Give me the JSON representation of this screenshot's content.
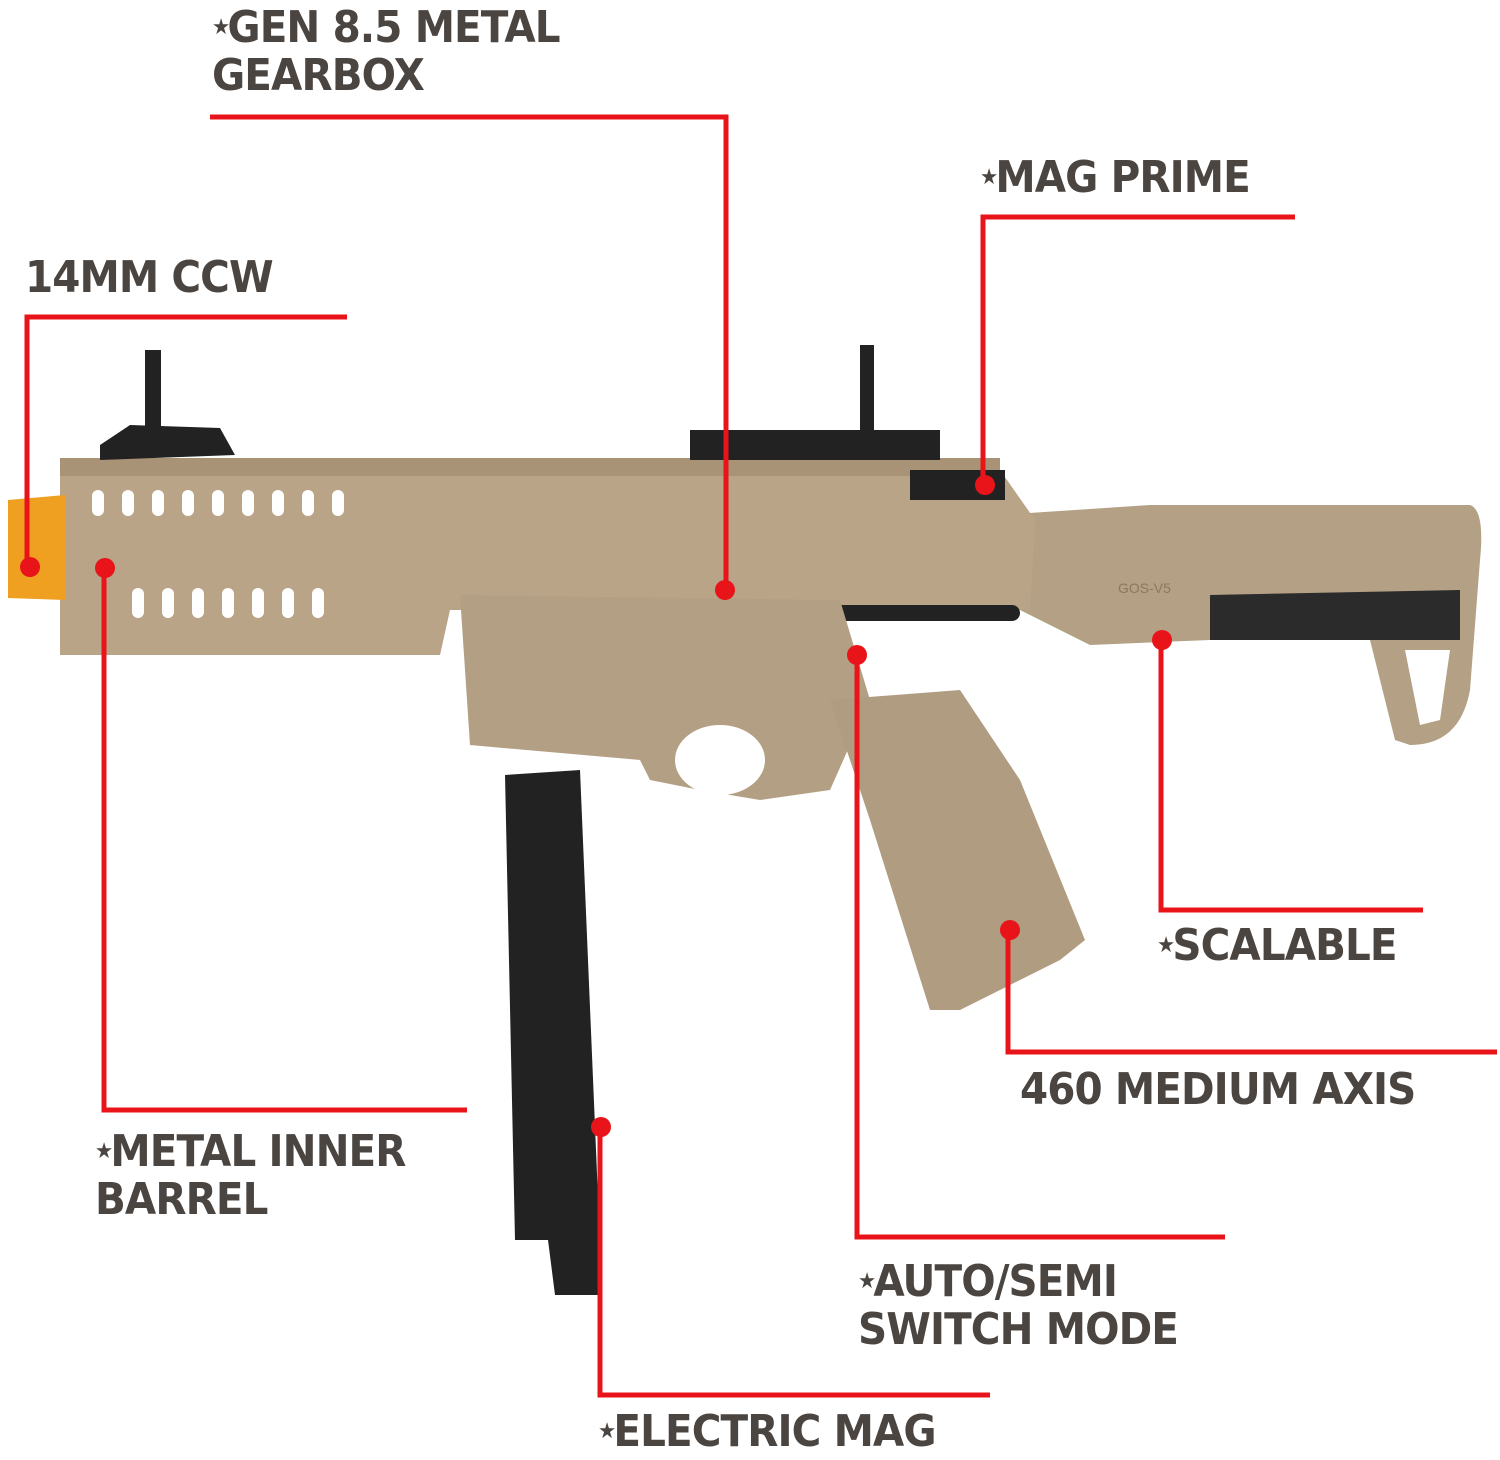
{
  "callouts": [
    {
      "id": "gearbox",
      "lines": [
        "Gen 8.5 Metal",
        "Gearbox"
      ]
    },
    {
      "id": "mag-prime",
      "lines": [
        "Mag Prime"
      ]
    },
    {
      "id": "ccw",
      "lines": [
        "14mm CCW"
      ]
    },
    {
      "id": "inner-barrel",
      "lines": [
        "Metal Inner",
        "Barrel"
      ]
    },
    {
      "id": "scalable",
      "lines": [
        "Scalable"
      ]
    },
    {
      "id": "medium-axis",
      "lines": [
        "460 Medium Axis"
      ]
    },
    {
      "id": "switch-mode",
      "lines": [
        "Auto/Semi",
        "Switch Mode"
      ]
    },
    {
      "id": "electric-mag",
      "lines": [
        "Electric Mag"
      ]
    }
  ],
  "product": {
    "stock_marking": "GOS-V5"
  },
  "colors": {
    "callout_line": "#e8141a",
    "label_text": "#4b4541",
    "body_tan": "#b7a286",
    "tip_orange": "#f0a020",
    "mag_black": "#222222"
  }
}
